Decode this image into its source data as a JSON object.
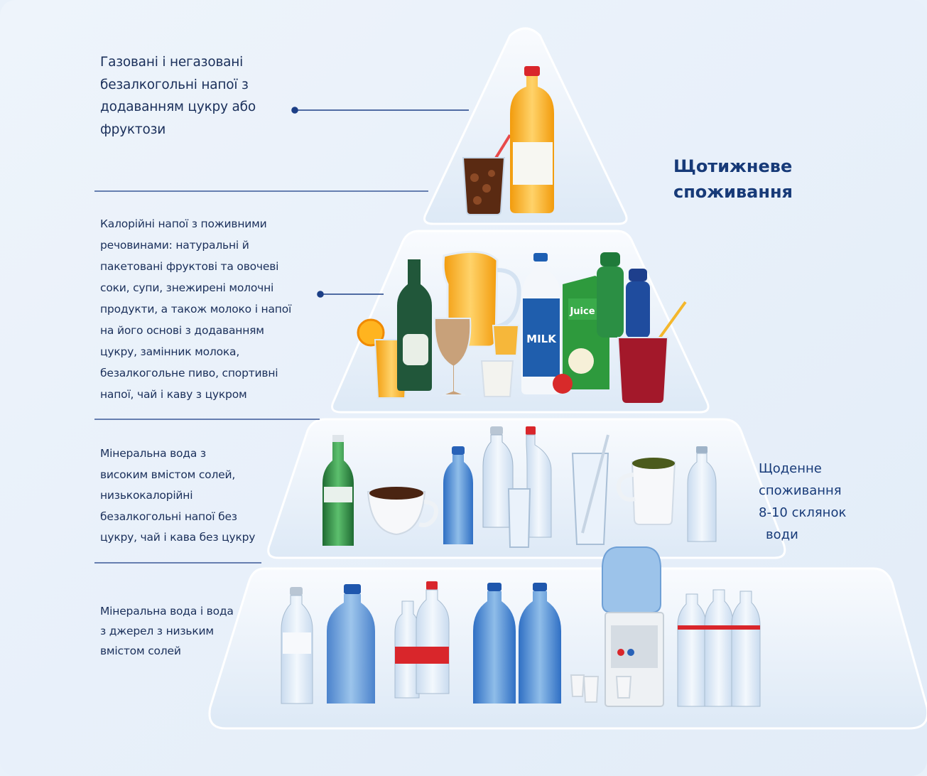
{
  "background_color": "#e9f1fa",
  "accent_color": "#1c3f86",
  "tiers": [
    {
      "text": "Газовані і негазовані\nбезалкогольні напої з\nдодаванням цукру або\nфруктози",
      "icons": [
        "soda-glass-icon",
        "juice-bottle-icon"
      ]
    },
    {
      "text": "Калорійні напої з поживними\nречовинами: натуральні й\nпакетовані фруктові та овочеві\nсоки, супи, знежирені молочні\nпродукти, а також молоко і напої\nна його основі з додаванням\nцукру, замінник молока,\nбезалкогольне пиво, спортивні\nнапої, чай і каву з цукром",
      "icons": [
        "orange-juice-glass-icon",
        "beer-bottle-icon",
        "juice-pitcher-icon",
        "latte-glass-icon",
        "yogurt-cup-icon",
        "milk-bottle-icon",
        "juice-carton-icon",
        "sports-bottle-icon",
        "berry-drink-glass-icon"
      ]
    },
    {
      "text": "Мінеральна вода з\nвисоким вмістом солей,\nнизькокалорійні\nбезалкогольні напої без\nцукру, чай і кава без цукру",
      "icons": [
        "green-mineral-bottle-icon",
        "coffee-cup-icon",
        "water-bottle-icon",
        "glass-of-water-icon",
        "tea-mug-icon"
      ]
    },
    {
      "text": "Мінеральна вода і вода\nз джерел з низьким\nвмістом солей",
      "icons": [
        "water-bottle-icon",
        "large-water-bottle-icon",
        "water-cooler-icon",
        "paper-cup-icon"
      ]
    }
  ],
  "weekly_label": {
    "line1": "Щотижневе",
    "line2": "споживання"
  },
  "daily_label": {
    "line1": "Щоденне",
    "line2": "споживання",
    "line3": "8-10 склянок",
    "line4": "води"
  },
  "colors": {
    "tier_fill": "#f4f8fd",
    "tier_edge": "#ffffff",
    "connector": "#1c3f86",
    "juice": "#f6a81a",
    "soda": "#5a2a12",
    "water": "#4d8fd6",
    "cap_red": "#d9262b",
    "green_bottle": "#2f8a44"
  }
}
